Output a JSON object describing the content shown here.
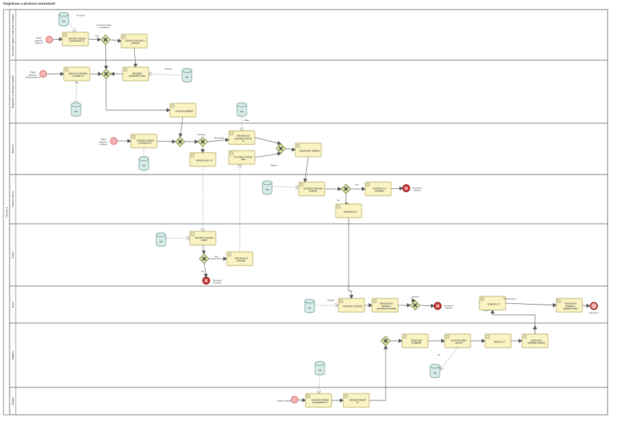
{
  "diagram": {
    "title": "Registrace a přezkum nemovitostí"
  },
  "colors": {
    "task_fill": "#faf3c4",
    "task_stroke": "#a89a49",
    "gateway_fill": "#d8e6a8",
    "gateway_stroke": "#6f7f3a",
    "start_fill": "#f5b5b5",
    "start_stroke": "#c24040",
    "end_fill": "#f5b5b5",
    "end_stroke": "#8a1a1a",
    "error_fill": "#d94040",
    "db_fill": "#d7ece8",
    "db_stroke": "#5c8c85",
    "lane_stroke": "#6a6a6a",
    "edge": "#555555",
    "assoc": "#999999"
  },
  "pool_label": "Proces 1",
  "lanes": [
    {
      "id": "L1",
      "label": "Pracoviště registru nemovitostí a katastru"
    },
    {
      "id": "L2",
      "label": "Registrační a informační systém"
    },
    {
      "id": "L3",
      "label": "Referent"
    },
    {
      "id": "L4",
      "label": "Vedoucí odboru"
    },
    {
      "id": "L5",
      "label": "Znalec"
    },
    {
      "id": "L6",
      "label": "Archiv"
    },
    {
      "id": "L7",
      "label": "Oddělení"
    },
    {
      "id": "L8",
      "label": "Žadatel"
    }
  ],
  "tasks": [
    {
      "id": "t1",
      "lane": "L1",
      "label": "Vytvoření žádosti o provedení LV"
    },
    {
      "id": "t2",
      "lane": "L1",
      "label": "Založení záznamu o převodu"
    },
    {
      "id": "t3",
      "lane": "L2",
      "label": "Vytvoření záznamu o podání LV"
    },
    {
      "id": "t4",
      "lane": "L2",
      "label": "Vyhledání příslušného listu"
    },
    {
      "id": "t5",
      "lane": "L2",
      "label": "Předání podkladů"
    },
    {
      "id": "t6",
      "lane": "L3",
      "label": "Vytvoření žádosti o kontrolu LV"
    },
    {
      "id": "t7",
      "lane": "L3",
      "label": "Vyhodnocení LV"
    },
    {
      "id": "t8",
      "lane": "L3",
      "label": "Vyhodnocení výsledku kontroly LV"
    },
    {
      "id": "t9",
      "lane": "L3",
      "label": "Provedení kontroly listu"
    },
    {
      "id": "t10",
      "lane": "L3",
      "label": "Zpracování dokladu"
    },
    {
      "id": "t11",
      "lane": "L4",
      "label": "Schválení výsledku kontroly"
    },
    {
      "id": "t12",
      "lane": "L4",
      "label": "Kontrola LV a schválení"
    },
    {
      "id": "t13",
      "lane": "L4",
      "label": "Vyhodnocení"
    },
    {
      "id": "t14",
      "lane": "L5",
      "label": "Vytvoření posudku znalce"
    },
    {
      "id": "t15",
      "lane": "L5",
      "label": "Vyhodnocení posudku"
    },
    {
      "id": "t16",
      "lane": "L6",
      "label": "Archivace záznamu"
    },
    {
      "id": "t17",
      "lane": "L6",
      "label": "Vyhodnocení dokladu o provedené kontrole"
    },
    {
      "id": "t18",
      "lane": "L6",
      "label": "Uzavření LV"
    },
    {
      "id": "t19",
      "lane": "L6",
      "label": "Vyrozumění žadatele o výsledku řízení"
    },
    {
      "id": "t20",
      "lane": "L7",
      "label": "Zpracování podkladů"
    },
    {
      "id": "t21",
      "lane": "L7",
      "label": "Kontrola údajů v archivu"
    },
    {
      "id": "t22",
      "lane": "L7",
      "label": "Uložení LV"
    },
    {
      "id": "t23",
      "lane": "L7",
      "label": "Zpracování výsledku kontroly"
    },
    {
      "id": "t24",
      "lane": "L8",
      "label": "Vytvoření žádosti o provedení LV"
    },
    {
      "id": "t25",
      "lane": "L8",
      "label": "Odeslání žádosti LV"
    }
  ],
  "starts": [
    {
      "id": "s1",
      "label": "Přijetí žádosti o zápis LV"
    },
    {
      "id": "s2",
      "label": "Přijetí žádosti o přezkoumání LV"
    },
    {
      "id": "s3",
      "label": "Přijetí žádosti o kontrolu"
    },
    {
      "id": "s4",
      "label": "Podání žádosti"
    }
  ],
  "ends": [
    {
      "id": "e1",
      "label": "Ukončení"
    }
  ],
  "error_ends": [
    {
      "id": "x1",
      "label": "Zamítnutí žádosti"
    },
    {
      "id": "x2",
      "label": "Zamítnutí posudku"
    },
    {
      "id": "x3",
      "label": "Zamítnutí žádosti"
    }
  ],
  "gateways": [
    {
      "id": "g1"
    },
    {
      "id": "g2"
    },
    {
      "id": "g3"
    },
    {
      "id": "g4"
    },
    {
      "id": "g5"
    },
    {
      "id": "g6"
    },
    {
      "id": "g7"
    },
    {
      "id": "g8"
    }
  ],
  "data_stores": [
    {
      "id": "d1",
      "label": "DB"
    },
    {
      "id": "d2",
      "label": "DB"
    },
    {
      "id": "d3",
      "label": "DB"
    },
    {
      "id": "d4",
      "label": "DB"
    },
    {
      "id": "d5",
      "label": "DB"
    },
    {
      "id": "d6",
      "label": "DB"
    },
    {
      "id": "d7",
      "label": "DB"
    },
    {
      "id": "d8",
      "label": "DB"
    },
    {
      "id": "d9",
      "label": "DB"
    },
    {
      "id": "d10",
      "label": "DB"
    },
    {
      "id": "d11",
      "label": "DB"
    }
  ],
  "annotations": [
    {
      "id": "a1",
      "label": "Kontrola"
    },
    {
      "id": "a2",
      "label": "Kontrola podání a výsledek"
    },
    {
      "id": "a3",
      "label": "Ano"
    },
    {
      "id": "a4",
      "label": "Ne"
    },
    {
      "id": "a5",
      "label": "Záznam"
    },
    {
      "id": "a6",
      "label": "Souhlas"
    },
    {
      "id": "a7",
      "label": "Nesouhlas"
    },
    {
      "id": "a8",
      "label": "Data"
    },
    {
      "id": "a9",
      "label": "Načtení"
    },
    {
      "id": "a10",
      "label": "Ano"
    },
    {
      "id": "a11",
      "label": "Ne"
    },
    {
      "id": "a12",
      "label": "Ano"
    },
    {
      "id": "a13",
      "label": "Ne"
    },
    {
      "id": "a14",
      "label": "Uložení"
    },
    {
      "id": "a15",
      "label": "Záznam"
    },
    {
      "id": "a16",
      "label": "Vyhodnocení"
    },
    {
      "id": "a17",
      "label": "Ne"
    }
  ]
}
